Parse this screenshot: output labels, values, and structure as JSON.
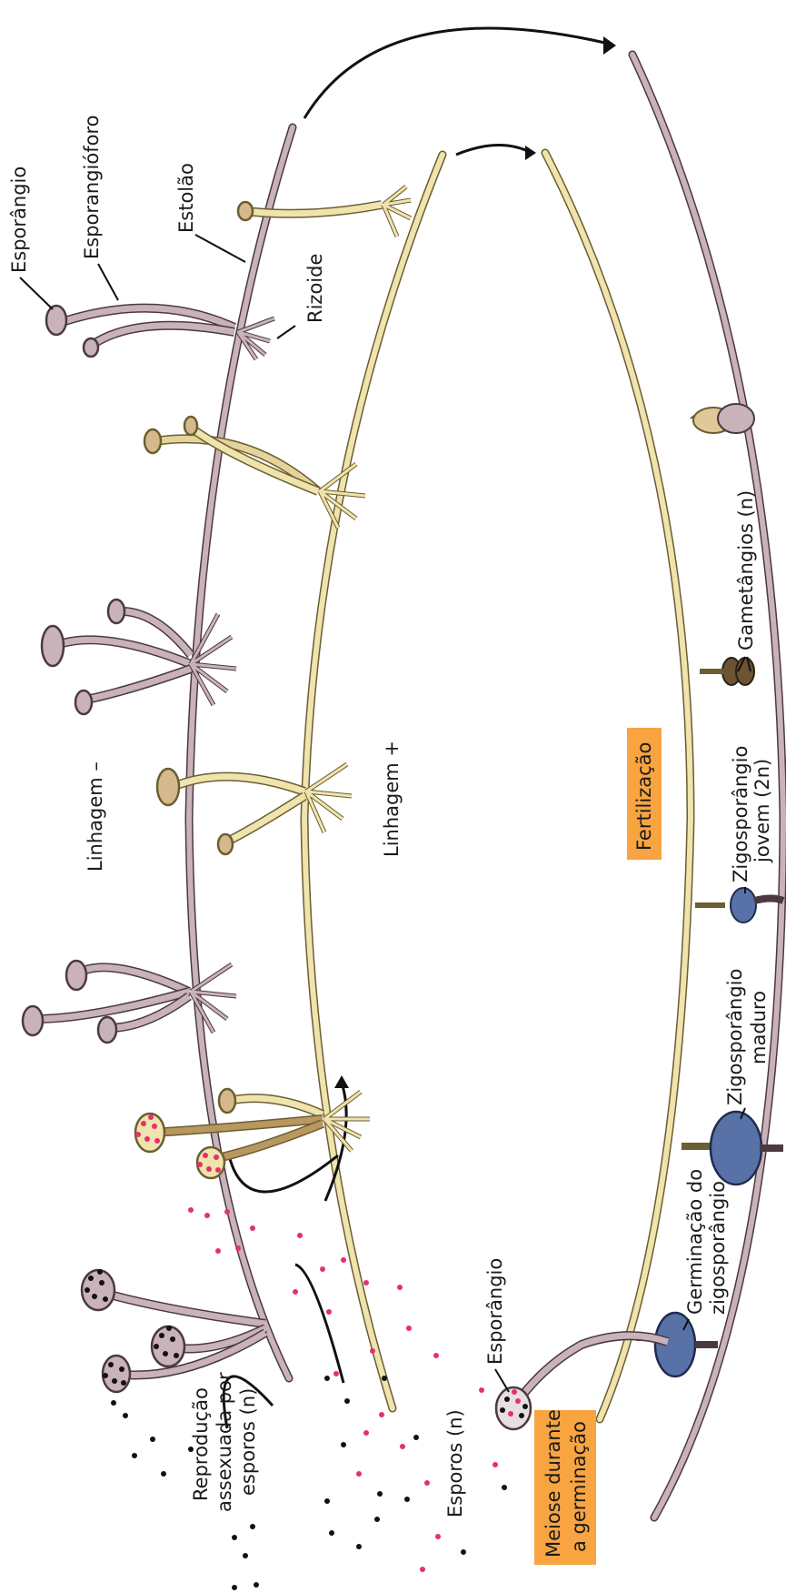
{
  "labels": {
    "esporangio_top": "Esporângio",
    "esporangioforo": "Esporangióforo",
    "estolao": "Estolão",
    "rizoide": "Rizoide",
    "linhagem_menos": "Linhagem –",
    "linhagem_mais": "Linhagem +",
    "fertilizacao": "Fertilização",
    "gametangios": "Gametângios (n)",
    "zigo_jovem_1": "Zigosporângio",
    "zigo_jovem_2": "jovem (2n)",
    "zigo_maduro_1": "Zigosporângio",
    "zigo_maduro_2": "maduro",
    "germinacao_1": "Germinação do",
    "germinacao_2": "zigosporângio",
    "esporangio_bottom": "Esporângio",
    "esporos": "Esporos (n)",
    "meiose_1": "Meiose durante",
    "meiose_2": "a germinação",
    "repro_1": "Reprodução",
    "repro_2": "assexuada por",
    "repro_3": "esporos (n)"
  },
  "colors": {
    "minus_strain": "#c9b2b9",
    "minus_stroke": "#4a3a40",
    "plus_strain": "#efe3ae",
    "plus_stroke": "#6b5e30",
    "young_gametangia": "#d5b98c",
    "dark_gametangia": "#6b5334",
    "zygosporangium": "#5872a8",
    "spore_pink": "#e5306d",
    "spore_black": "#111111",
    "highlight": "#f7a441"
  }
}
